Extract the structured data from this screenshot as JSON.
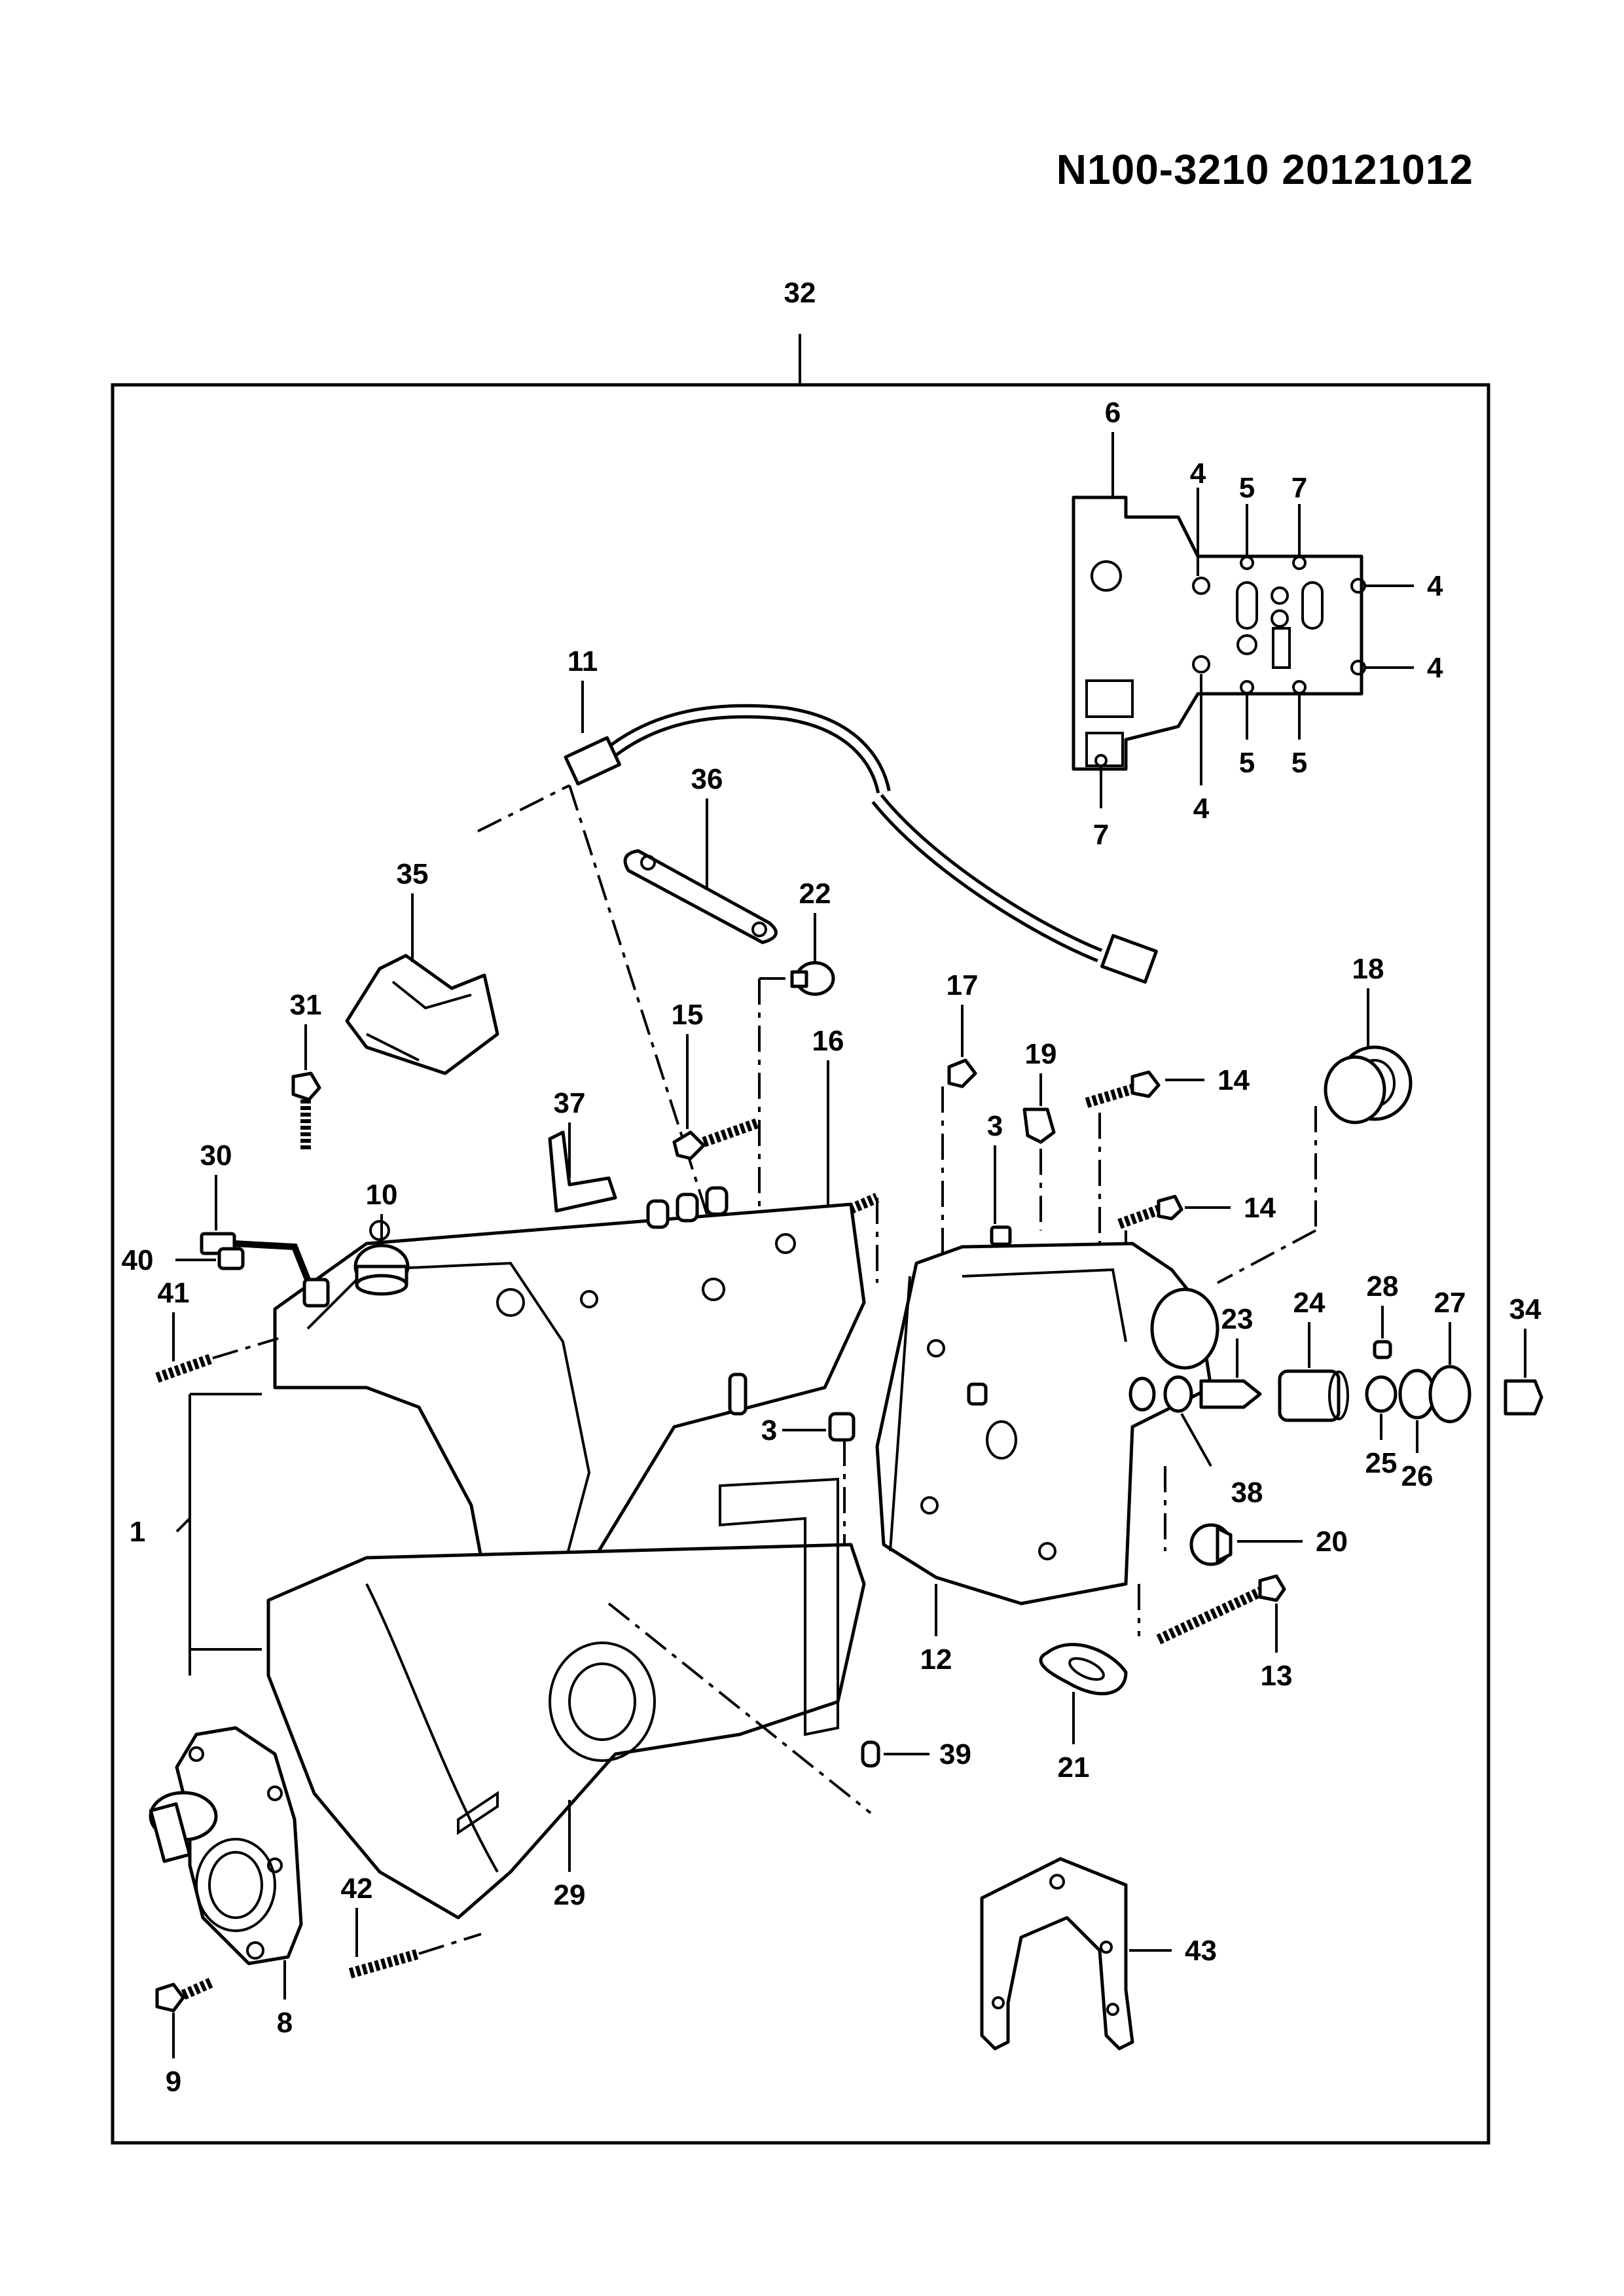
{
  "document_code": "N100-3210  20121012",
  "assembly_label": "32",
  "callouts": [
    {
      "id": "c1",
      "text": "1"
    },
    {
      "id": "c3a",
      "text": "3"
    },
    {
      "id": "c3b",
      "text": "3"
    },
    {
      "id": "c4a",
      "text": "4"
    },
    {
      "id": "c4b",
      "text": "4"
    },
    {
      "id": "c4c",
      "text": "4"
    },
    {
      "id": "c4d",
      "text": "4"
    },
    {
      "id": "c5a",
      "text": "5"
    },
    {
      "id": "c5b",
      "text": "5"
    },
    {
      "id": "c5c",
      "text": "5"
    },
    {
      "id": "c6",
      "text": "6"
    },
    {
      "id": "c7a",
      "text": "7"
    },
    {
      "id": "c7b",
      "text": "7"
    },
    {
      "id": "c8",
      "text": "8"
    },
    {
      "id": "c9",
      "text": "9"
    },
    {
      "id": "c10",
      "text": "10"
    },
    {
      "id": "c11",
      "text": "11"
    },
    {
      "id": "c12",
      "text": "12"
    },
    {
      "id": "c13",
      "text": "13"
    },
    {
      "id": "c14a",
      "text": "14"
    },
    {
      "id": "c14b",
      "text": "14"
    },
    {
      "id": "c15",
      "text": "15"
    },
    {
      "id": "c16",
      "text": "16"
    },
    {
      "id": "c17",
      "text": "17"
    },
    {
      "id": "c18",
      "text": "18"
    },
    {
      "id": "c19",
      "text": "19"
    },
    {
      "id": "c20",
      "text": "20"
    },
    {
      "id": "c21",
      "text": "21"
    },
    {
      "id": "c22",
      "text": "22"
    },
    {
      "id": "c23",
      "text": "23"
    },
    {
      "id": "c24",
      "text": "24"
    },
    {
      "id": "c25",
      "text": "25"
    },
    {
      "id": "c26",
      "text": "26"
    },
    {
      "id": "c27",
      "text": "27"
    },
    {
      "id": "c28",
      "text": "28"
    },
    {
      "id": "c29",
      "text": "29"
    },
    {
      "id": "c30",
      "text": "30"
    },
    {
      "id": "c31",
      "text": "31"
    },
    {
      "id": "c34",
      "text": "34"
    },
    {
      "id": "c35",
      "text": "35"
    },
    {
      "id": "c36",
      "text": "36"
    },
    {
      "id": "c37",
      "text": "37"
    },
    {
      "id": "c38",
      "text": "38"
    },
    {
      "id": "c39",
      "text": "39"
    },
    {
      "id": "c40",
      "text": "40"
    },
    {
      "id": "c41",
      "text": "41"
    },
    {
      "id": "c42",
      "text": "42"
    },
    {
      "id": "c43",
      "text": "43"
    }
  ]
}
